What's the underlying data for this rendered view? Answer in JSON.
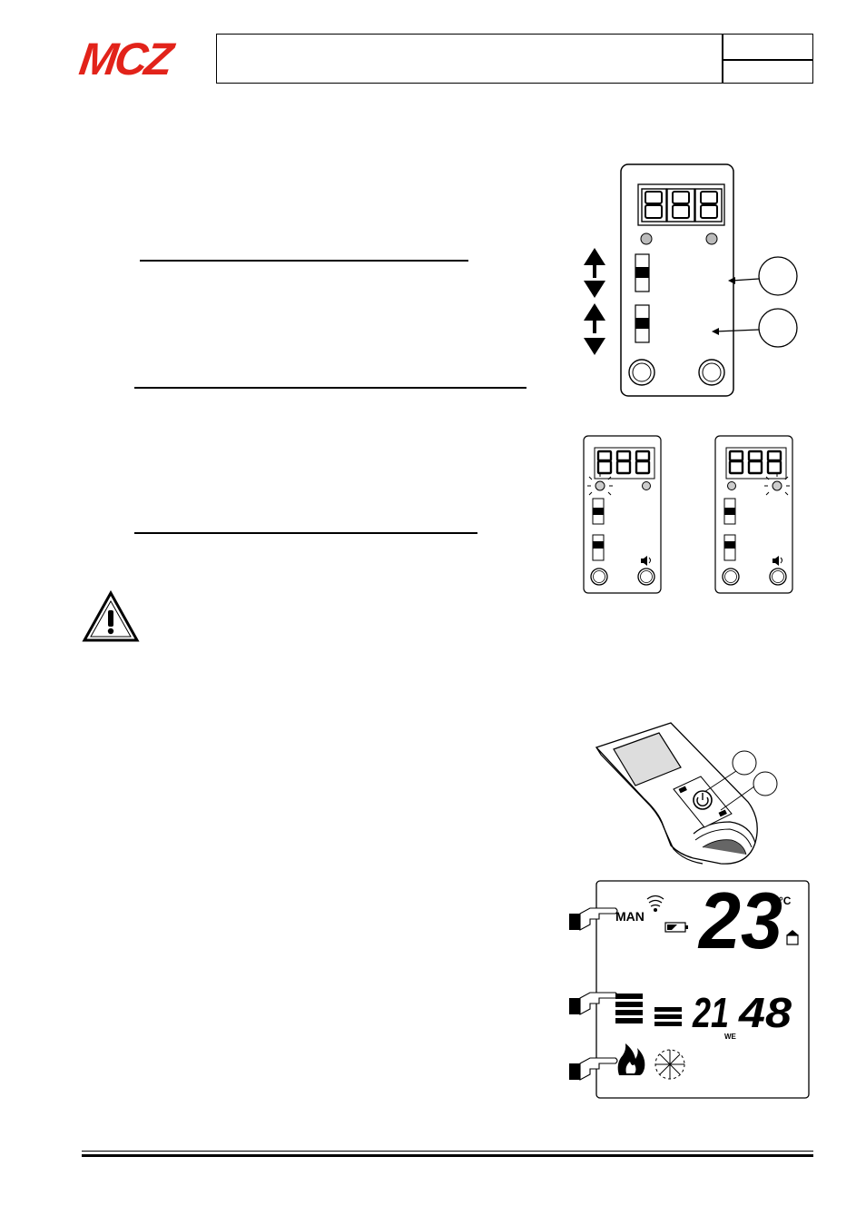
{
  "header": {
    "brand": "MCZ",
    "brand_color": "#e2231a"
  },
  "icons": {
    "warning": "warning-triangle-icon",
    "speaker": "speaker-icon",
    "hand_pointer": "hand-pointer-icon",
    "flame": "flame-icon",
    "snowflake": "snowflake-icon",
    "wifi": "wifi-signal-icon",
    "battery": "battery-icon",
    "house": "house-icon"
  },
  "control_panel": {
    "display": "888"
  },
  "small_panels": {
    "left_display": "888",
    "right_display": "888"
  },
  "lcd": {
    "mode": "MAN",
    "temperature": "23",
    "unit": "°C",
    "hour": "21",
    "minutes": "48",
    "day": "WE"
  }
}
